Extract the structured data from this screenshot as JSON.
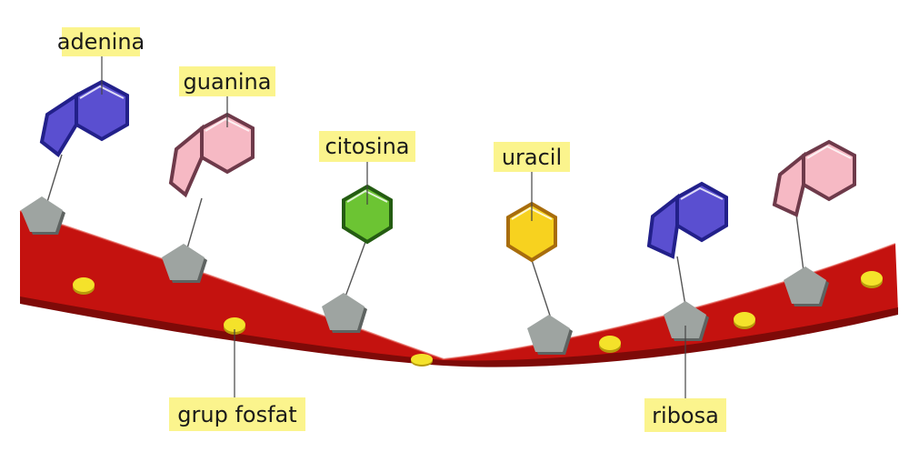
{
  "labels": {
    "adenine": "adenina",
    "guanine": "guanina",
    "cytosine": "citosina",
    "uracil": "uracil",
    "phosphate": "grup fosfat",
    "ribose": "ribosa"
  },
  "colors": {
    "backbone": "#c4120f",
    "backbone_shadow": "#7e0a08",
    "phosphate": "#f4e22a",
    "ribose": "#9ea4a1",
    "adenine": "#5a4fd0",
    "guanine": "#f6b9c4",
    "cytosine": "#6cc433",
    "uracil": "#f7d21f",
    "label_bg": "#fbf48d"
  }
}
